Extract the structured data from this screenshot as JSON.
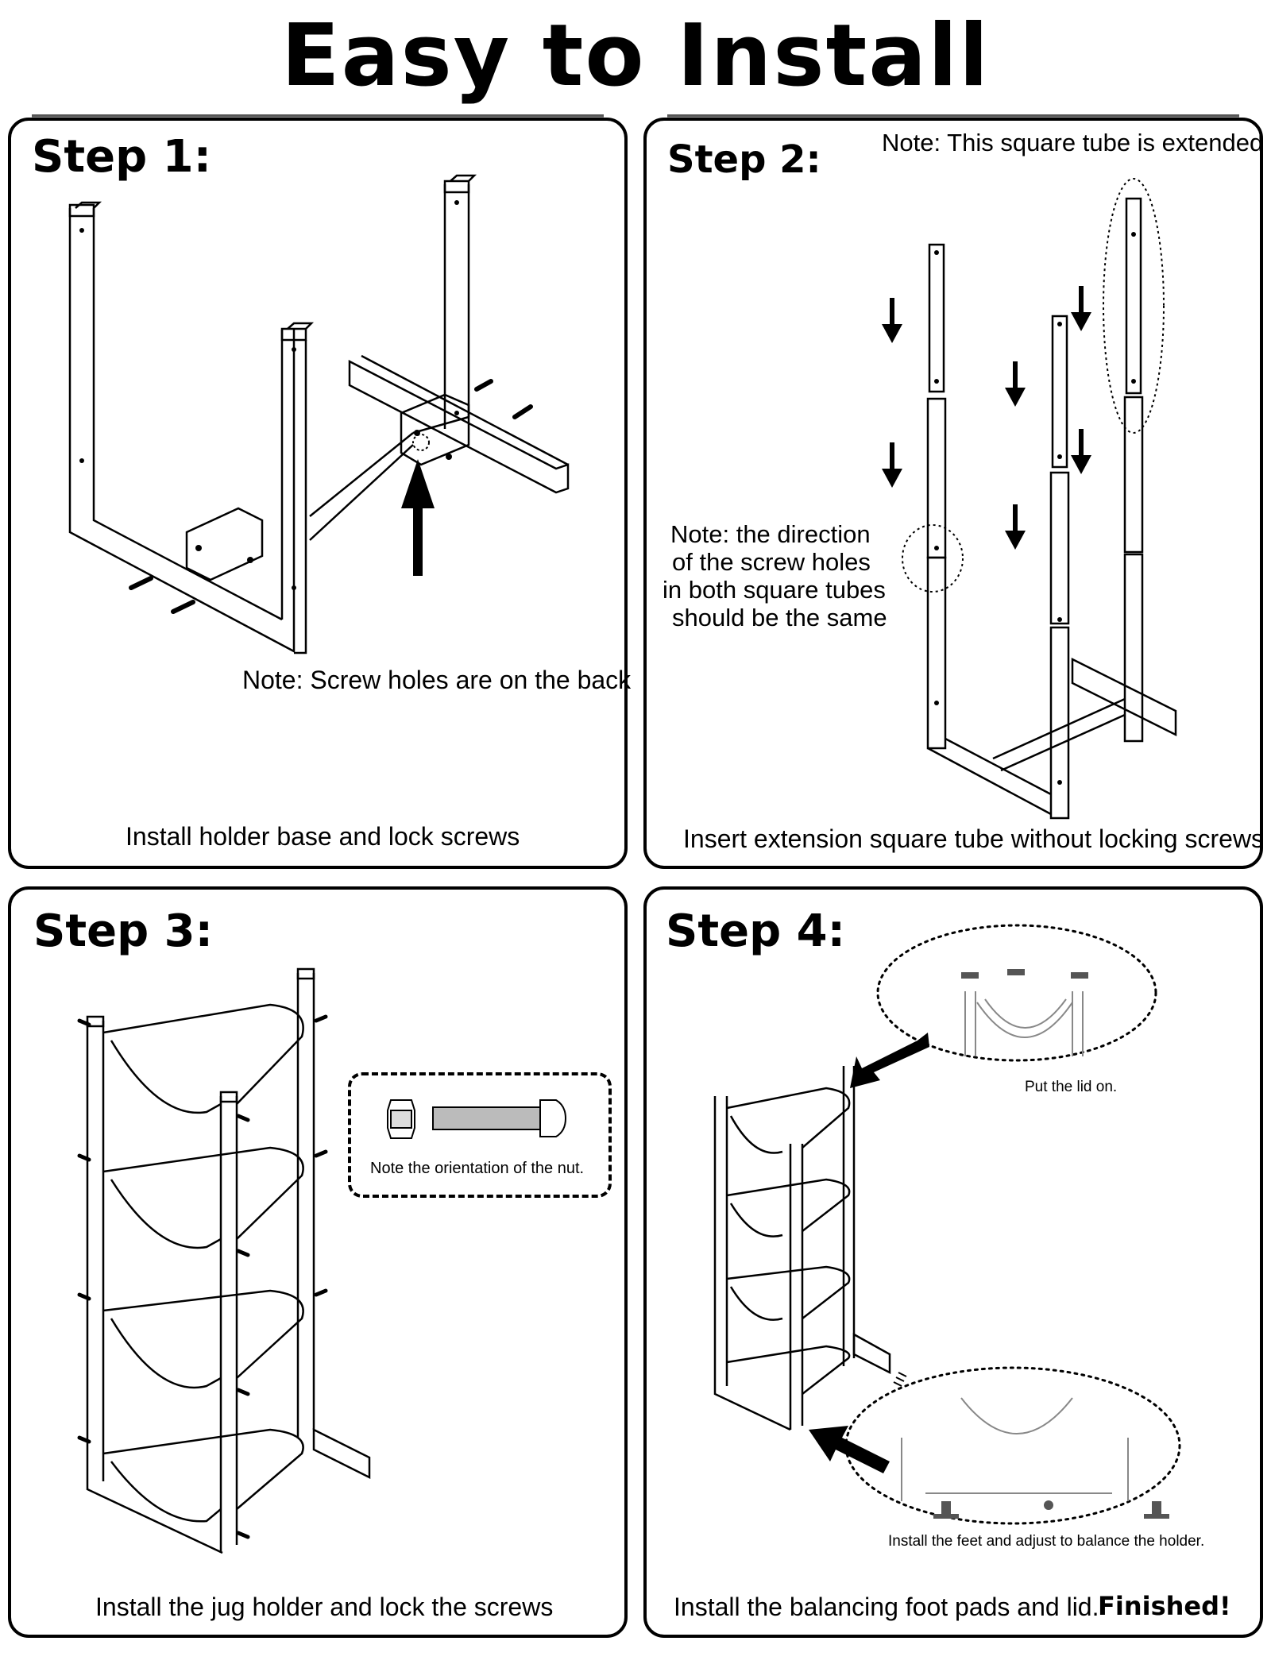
{
  "title": "Easy to Install",
  "steps": [
    {
      "heading": "Step 1:",
      "note": "Note: Screw holes are on the back",
      "caption": "Install holder base and lock screws"
    },
    {
      "heading": "Step 2:",
      "note_top": "Note: This square tube is extended",
      "note_side_lines": [
        "Note: the direction",
        "of the screw holes",
        "in both square tubes",
        "should be the same"
      ],
      "caption": "Insert extension square tube without locking screws"
    },
    {
      "heading": "Step 3:",
      "callout_note": "Note the orientation of the nut.",
      "caption": "Install the jug holder and lock the screws"
    },
    {
      "heading": "Step 4:",
      "lid_note": "Put the lid on.",
      "feet_note": "Install the feet and adjust to balance the holder.",
      "caption": "Install the balancing foot pads and lid.",
      "finished": "Finished!"
    }
  ],
  "colors": {
    "line": "#000000",
    "rule": "#555555",
    "bolt": "#888888"
  }
}
